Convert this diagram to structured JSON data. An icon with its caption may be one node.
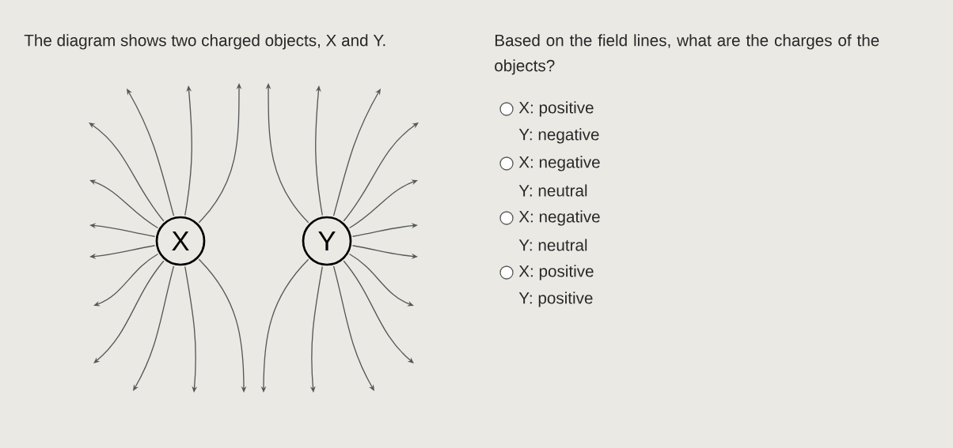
{
  "diagram": {
    "nodes": [
      {
        "text": [
          "X"
        ]
      },
      {
        "text": [
          "Y"
        ]
      }
    ],
    "labels": [
      "The diagram shows two charged objects, X and Y.",
      "Based on the field lines, what are the charges of the objects?",
      "X: positive",
      "Y: negative",
      "X: negative",
      "Y: neutral",
      "X: negative",
      "Y: neutral",
      "X: positive",
      "Y: positive"
    ]
  }
}
